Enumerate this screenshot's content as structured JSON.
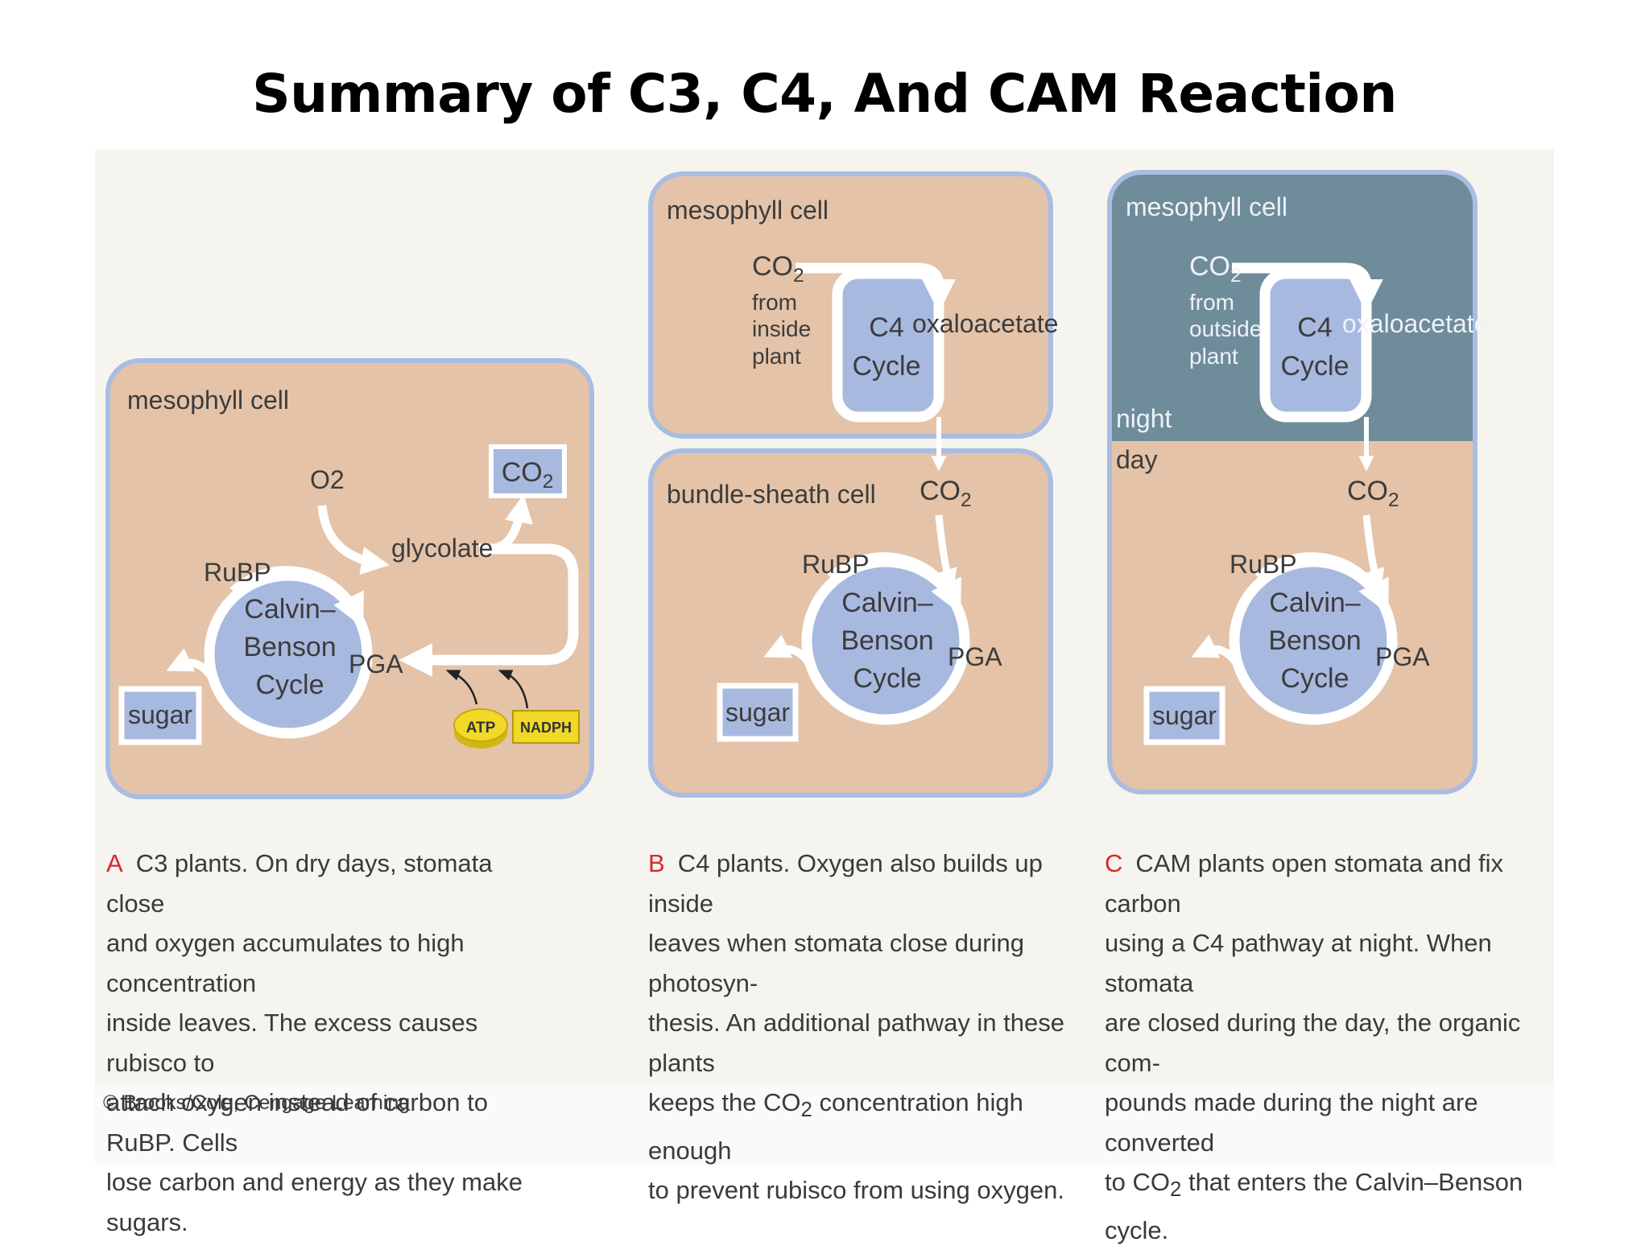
{
  "title": "Summary of C3, C4, And CAM Reaction",
  "colors": {
    "cell_fill": "#e4c3a8",
    "cell_border": "#a9bde3",
    "cycle_fill": "#a8b9e0",
    "night_fill": "#6f8c9b",
    "arrow": "#ffffff",
    "caption_letter": "#d8262e",
    "atp_fill": "#f2d827",
    "figure_bg": "#f6f4ef"
  },
  "panel_a": {
    "cell_label": "mesophyll cell",
    "o2": "O2",
    "co2": "CO",
    "co2_sub": "2",
    "glycolate": "glycolate",
    "rubp": "RuBP",
    "cycle_line1": "Calvin–",
    "cycle_line2": "Benson",
    "cycle_line3": "Cycle",
    "pga": "PGA",
    "sugar": "sugar",
    "atp": "ATP",
    "nadph": "NADPH",
    "caption_letter": "A",
    "caption_lines": [
      "C3 plants. On dry days, stomata close",
      "and oxygen accumulates to high concentration",
      "inside leaves. The excess causes rubisco to",
      "attach oxygen instead of carbon to RuBP. Cells",
      "lose carbon and energy as they make sugars."
    ]
  },
  "panel_b": {
    "top_cell_label": "mesophyll cell",
    "co2": "CO",
    "co2_sub": "2",
    "source_lines": [
      "from",
      "inside",
      "plant"
    ],
    "c4_line1": "C4",
    "c4_line2": "Cycle",
    "oxaloacetate": "oxaloacetate",
    "bottom_cell_label": "bundle-sheath cell",
    "co2_bottom": "CO",
    "rubp": "RuBP",
    "cycle_line1": "Calvin–",
    "cycle_line2": "Benson",
    "cycle_line3": "Cycle",
    "pga": "PGA",
    "sugar": "sugar",
    "caption_letter": "B",
    "caption_lines": [
      "C4 plants. Oxygen also builds up inside",
      "leaves when stomata close during photosyn-",
      "thesis. An additional pathway in these plants"
    ],
    "caption_line4_pre": "keeps the CO",
    "caption_line4_post": " concentration high enough",
    "caption_line5": "to prevent rubisco from using oxygen."
  },
  "panel_c": {
    "cell_label": "mesophyll cell",
    "co2": "CO",
    "co2_sub": "2",
    "source_lines": [
      "from",
      "outside",
      "plant"
    ],
    "c4_line1": "C4",
    "c4_line2": "Cycle",
    "oxaloacetate": "oxaloacetate",
    "night": "night",
    "day": "day",
    "co2_bottom": "CO",
    "rubp": "RuBP",
    "cycle_line1": "Calvin–",
    "cycle_line2": "Benson",
    "cycle_line3": "Cycle",
    "pga": "PGA",
    "sugar": "sugar",
    "caption_letter": "C",
    "caption_lines": [
      "CAM plants open stomata and fix carbon",
      "using a C4 pathway at night. When stomata",
      "are closed during the day, the organic com-",
      "pounds made during the night are converted"
    ],
    "caption_line5_pre": "to CO",
    "caption_line5_post": " that enters the Calvin–Benson cycle."
  },
  "credit": "© Brooks/Cole, Cengage Learning"
}
